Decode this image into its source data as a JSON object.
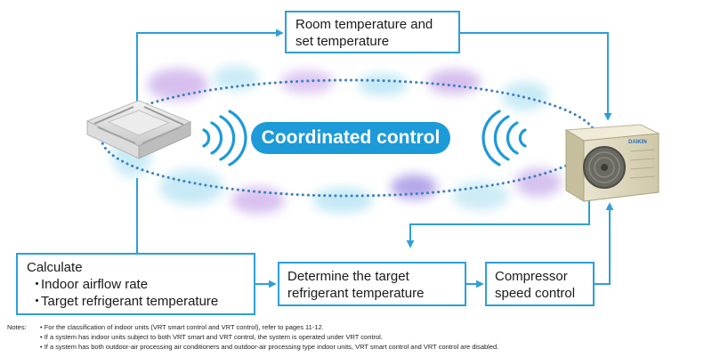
{
  "colors": {
    "accent": "#1d9ad8",
    "line": "#2d9fd9",
    "dotted": "#3e7fc4"
  },
  "icons": {
    "indoor_unit": "ceiling-cassette-unit-icon",
    "outdoor_unit": "outdoor-condenser-unit-icon",
    "signal_left": "wireless-signal-icon",
    "signal_right": "wireless-signal-icon"
  },
  "room_box": {
    "line1": "Room temperature and",
    "line2": "set temperature"
  },
  "center_label": "Coordinated control",
  "calc_box": {
    "title": "Calculate",
    "bullet_char": "・",
    "items": [
      "Indoor airflow rate",
      "Target refrigerant temperature"
    ]
  },
  "target_box": {
    "line1": "Determine the target",
    "line2": "refrigerant temperature"
  },
  "compressor_box": {
    "line1": "Compressor",
    "line2": "speed control"
  },
  "outdoor_unit_brand": "DAIKIN",
  "notes": {
    "label": "Notes:",
    "items": [
      "• For the classification of indoor units (VRT smart control and VRT control), refer to pages 11-12.",
      "• If a system has indoor units subject to both VRT smart and VRT control, the system is operated under VRT control.",
      "• If a system has both outdoor-air processing air conditioners and outdoor-air processing type indoor units, VRT smart control and VRT control are disabled."
    ]
  }
}
